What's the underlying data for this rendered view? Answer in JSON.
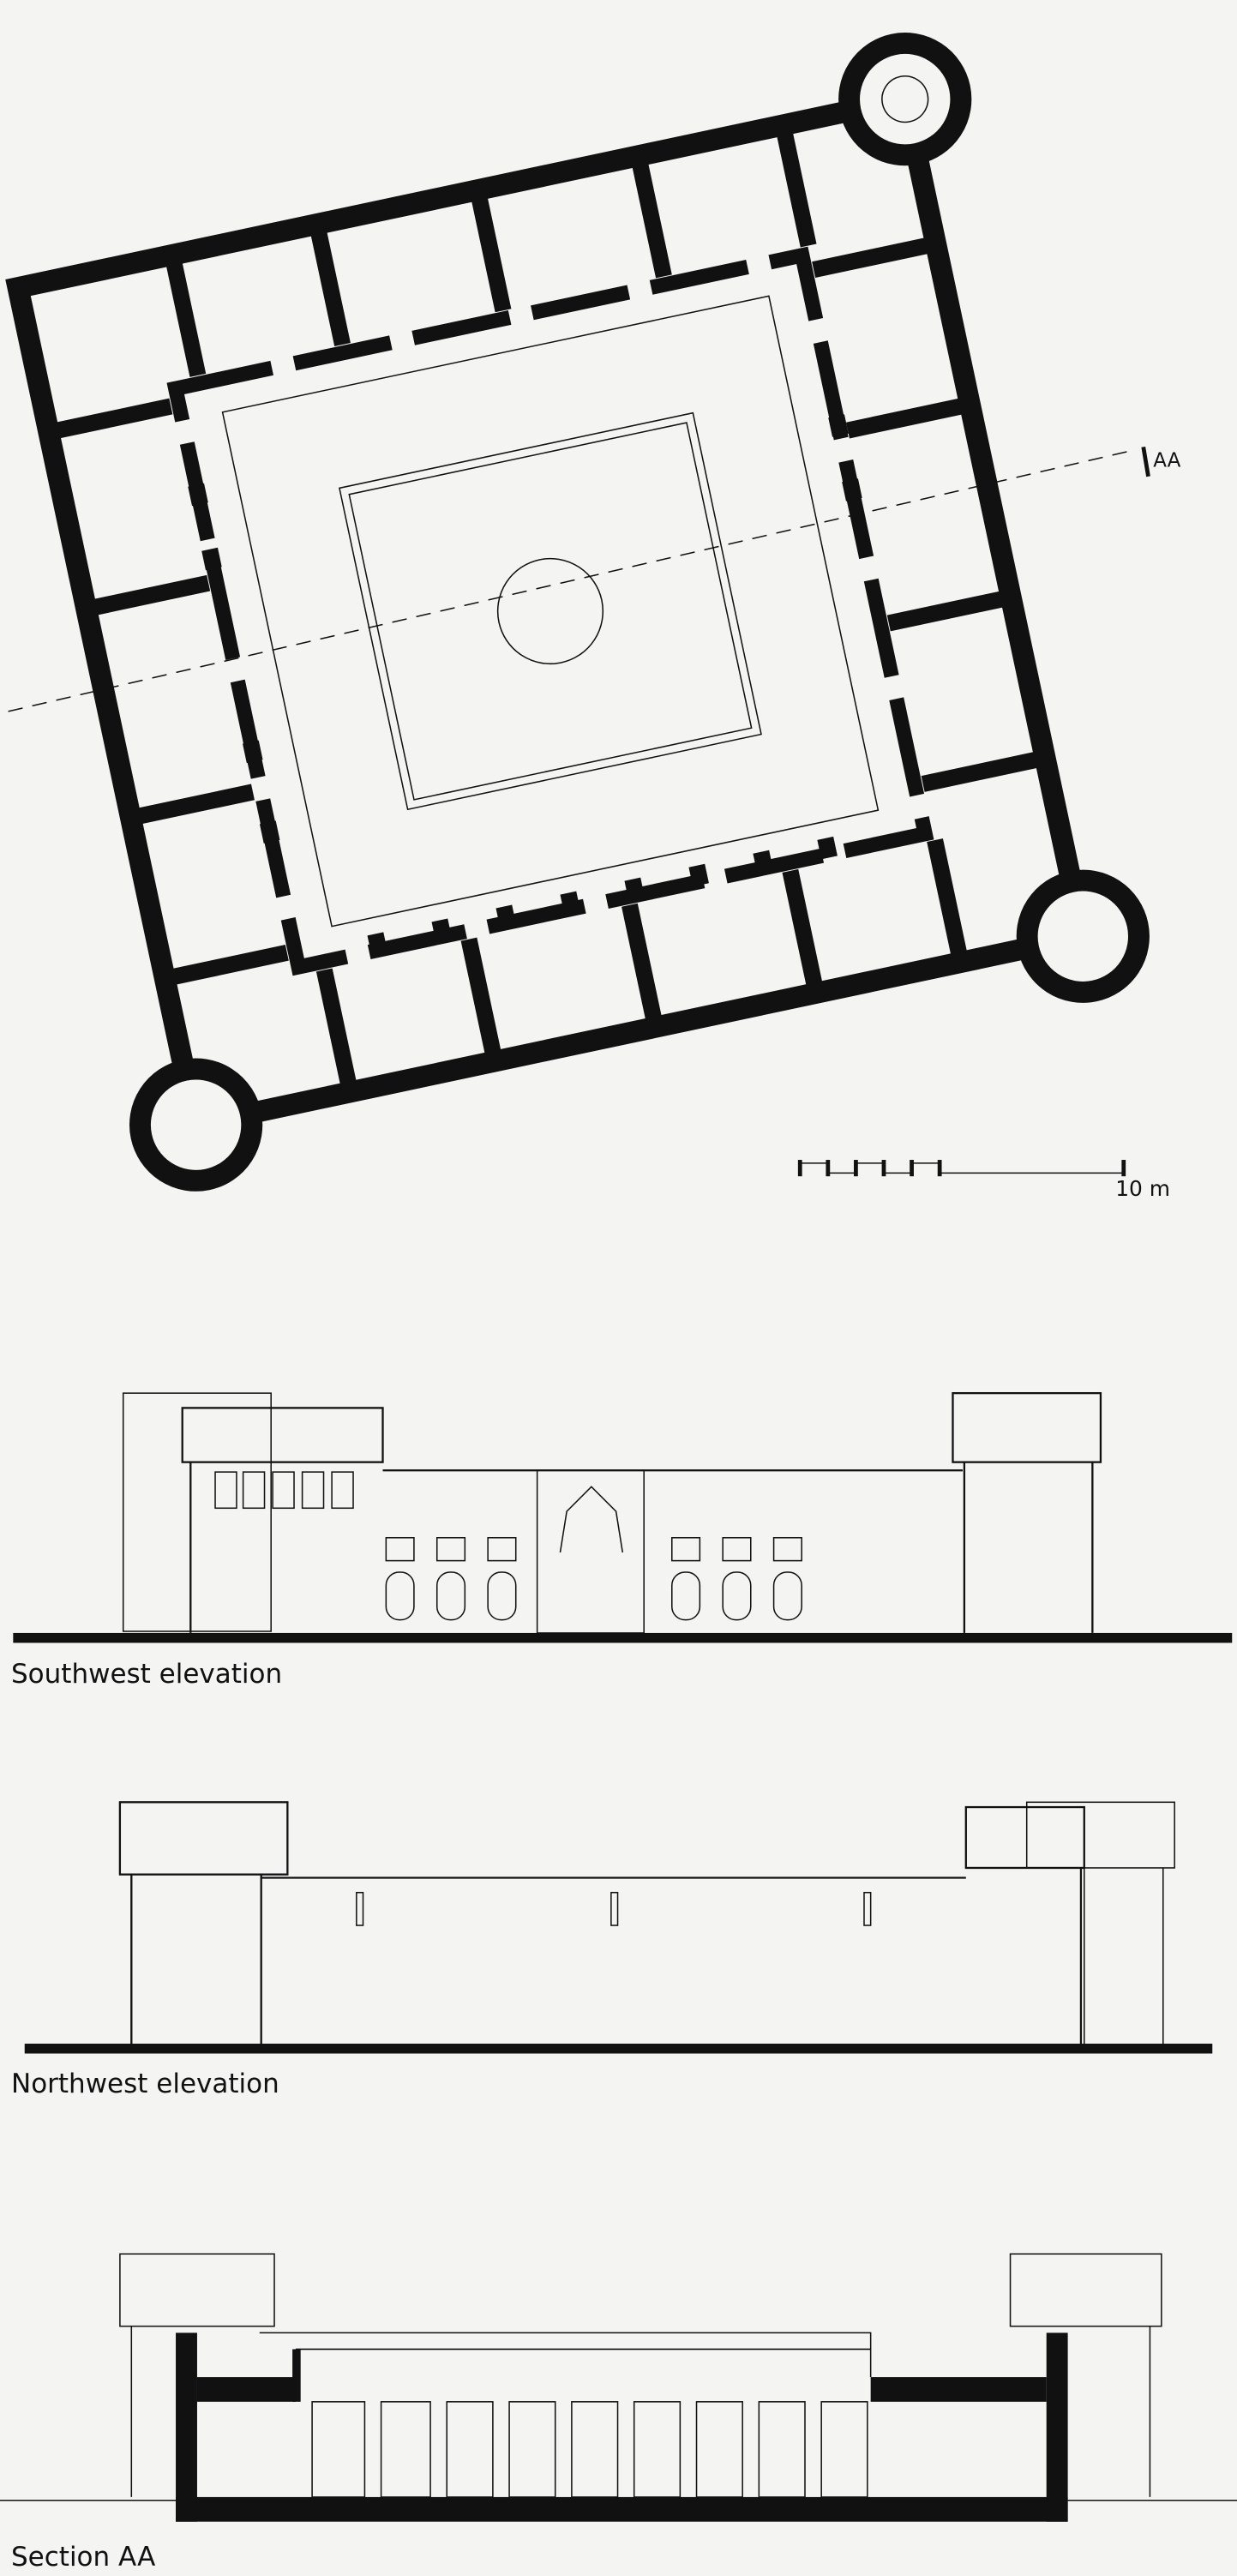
{
  "plan": {
    "section_marker": "AA",
    "scale_bar_label": "10 m"
  },
  "drawings": [
    {
      "title": "Southwest elevation"
    },
    {
      "title": "Northwest elevation"
    },
    {
      "title": "Section AA"
    }
  ],
  "colors": {
    "background": "#f4f4f2",
    "ink": "#111111"
  }
}
